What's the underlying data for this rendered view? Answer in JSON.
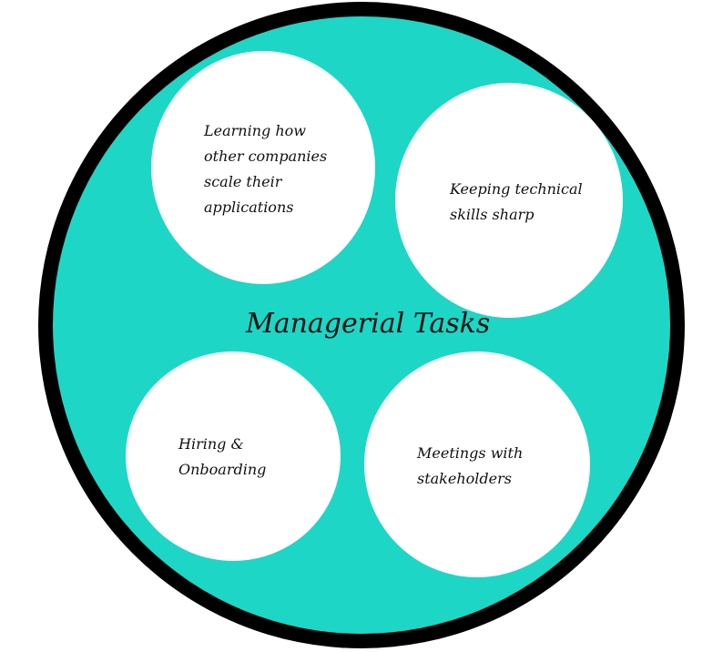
{
  "diagram": {
    "title": "Managerial Tasks",
    "colors": {
      "outer_fill": "#1DD6C6",
      "outer_border": "#000000",
      "bubble_fill": "#FFFFFF",
      "text": "#111111"
    },
    "tasks": [
      {
        "label": "Learning how\nother companies\nscale their\napplications"
      },
      {
        "label": "Keeping technical\nskills sharp"
      },
      {
        "label": "Hiring &\nOnboarding"
      },
      {
        "label": "Meetings with\nstakeholders"
      }
    ]
  }
}
